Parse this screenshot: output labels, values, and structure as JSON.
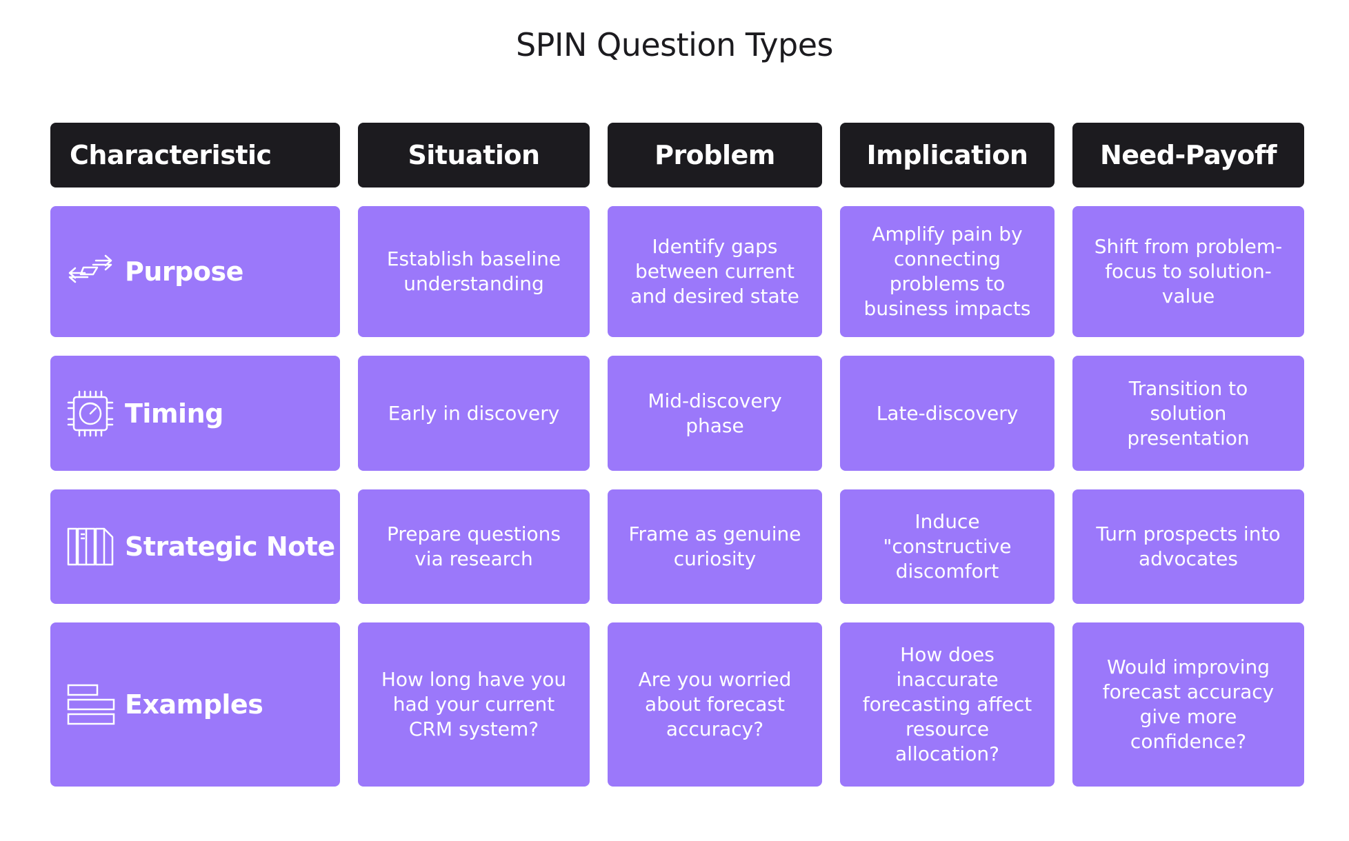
{
  "title": "SPIN Question Types",
  "headers": [
    "Characteristic",
    "Situation",
    "Problem",
    "Implication",
    "Need-Payoff"
  ],
  "rows": [
    {
      "label": "Purpose",
      "icon": "arrows-exchange-icon",
      "cells": [
        "Establish baseline understanding",
        "Identify gaps between current and desired state",
        "Amplify pain by connecting problems to business impacts",
        "Shift from problem-focus to solution-value"
      ]
    },
    {
      "label": "Timing",
      "icon": "stopwatch-chip-icon",
      "cells": [
        "Early in discovery",
        "Mid-discovery phase",
        "Late-discovery",
        "Transition to solution presentation"
      ]
    },
    {
      "label": "Strategic Note",
      "icon": "library-columns-icon",
      "cells": [
        "Prepare questions via research",
        "Frame as genuine curiosity",
        "Induce \"constructive discomfort",
        "Turn prospects into advocates"
      ]
    },
    {
      "label": "Examples",
      "icon": "stacked-bars-icon",
      "cells": [
        "How long have you had your current CRM system?",
        "Are you worried about forecast accuracy?",
        "How does inaccurate forecasting affect resource allocation?",
        "Would improving forecast accuracy give more confidence?"
      ]
    }
  ],
  "colors": {
    "header_bg": "#1c1b1f",
    "cell_bg": "#9b78fa",
    "text_on_cell": "#ffffff"
  }
}
